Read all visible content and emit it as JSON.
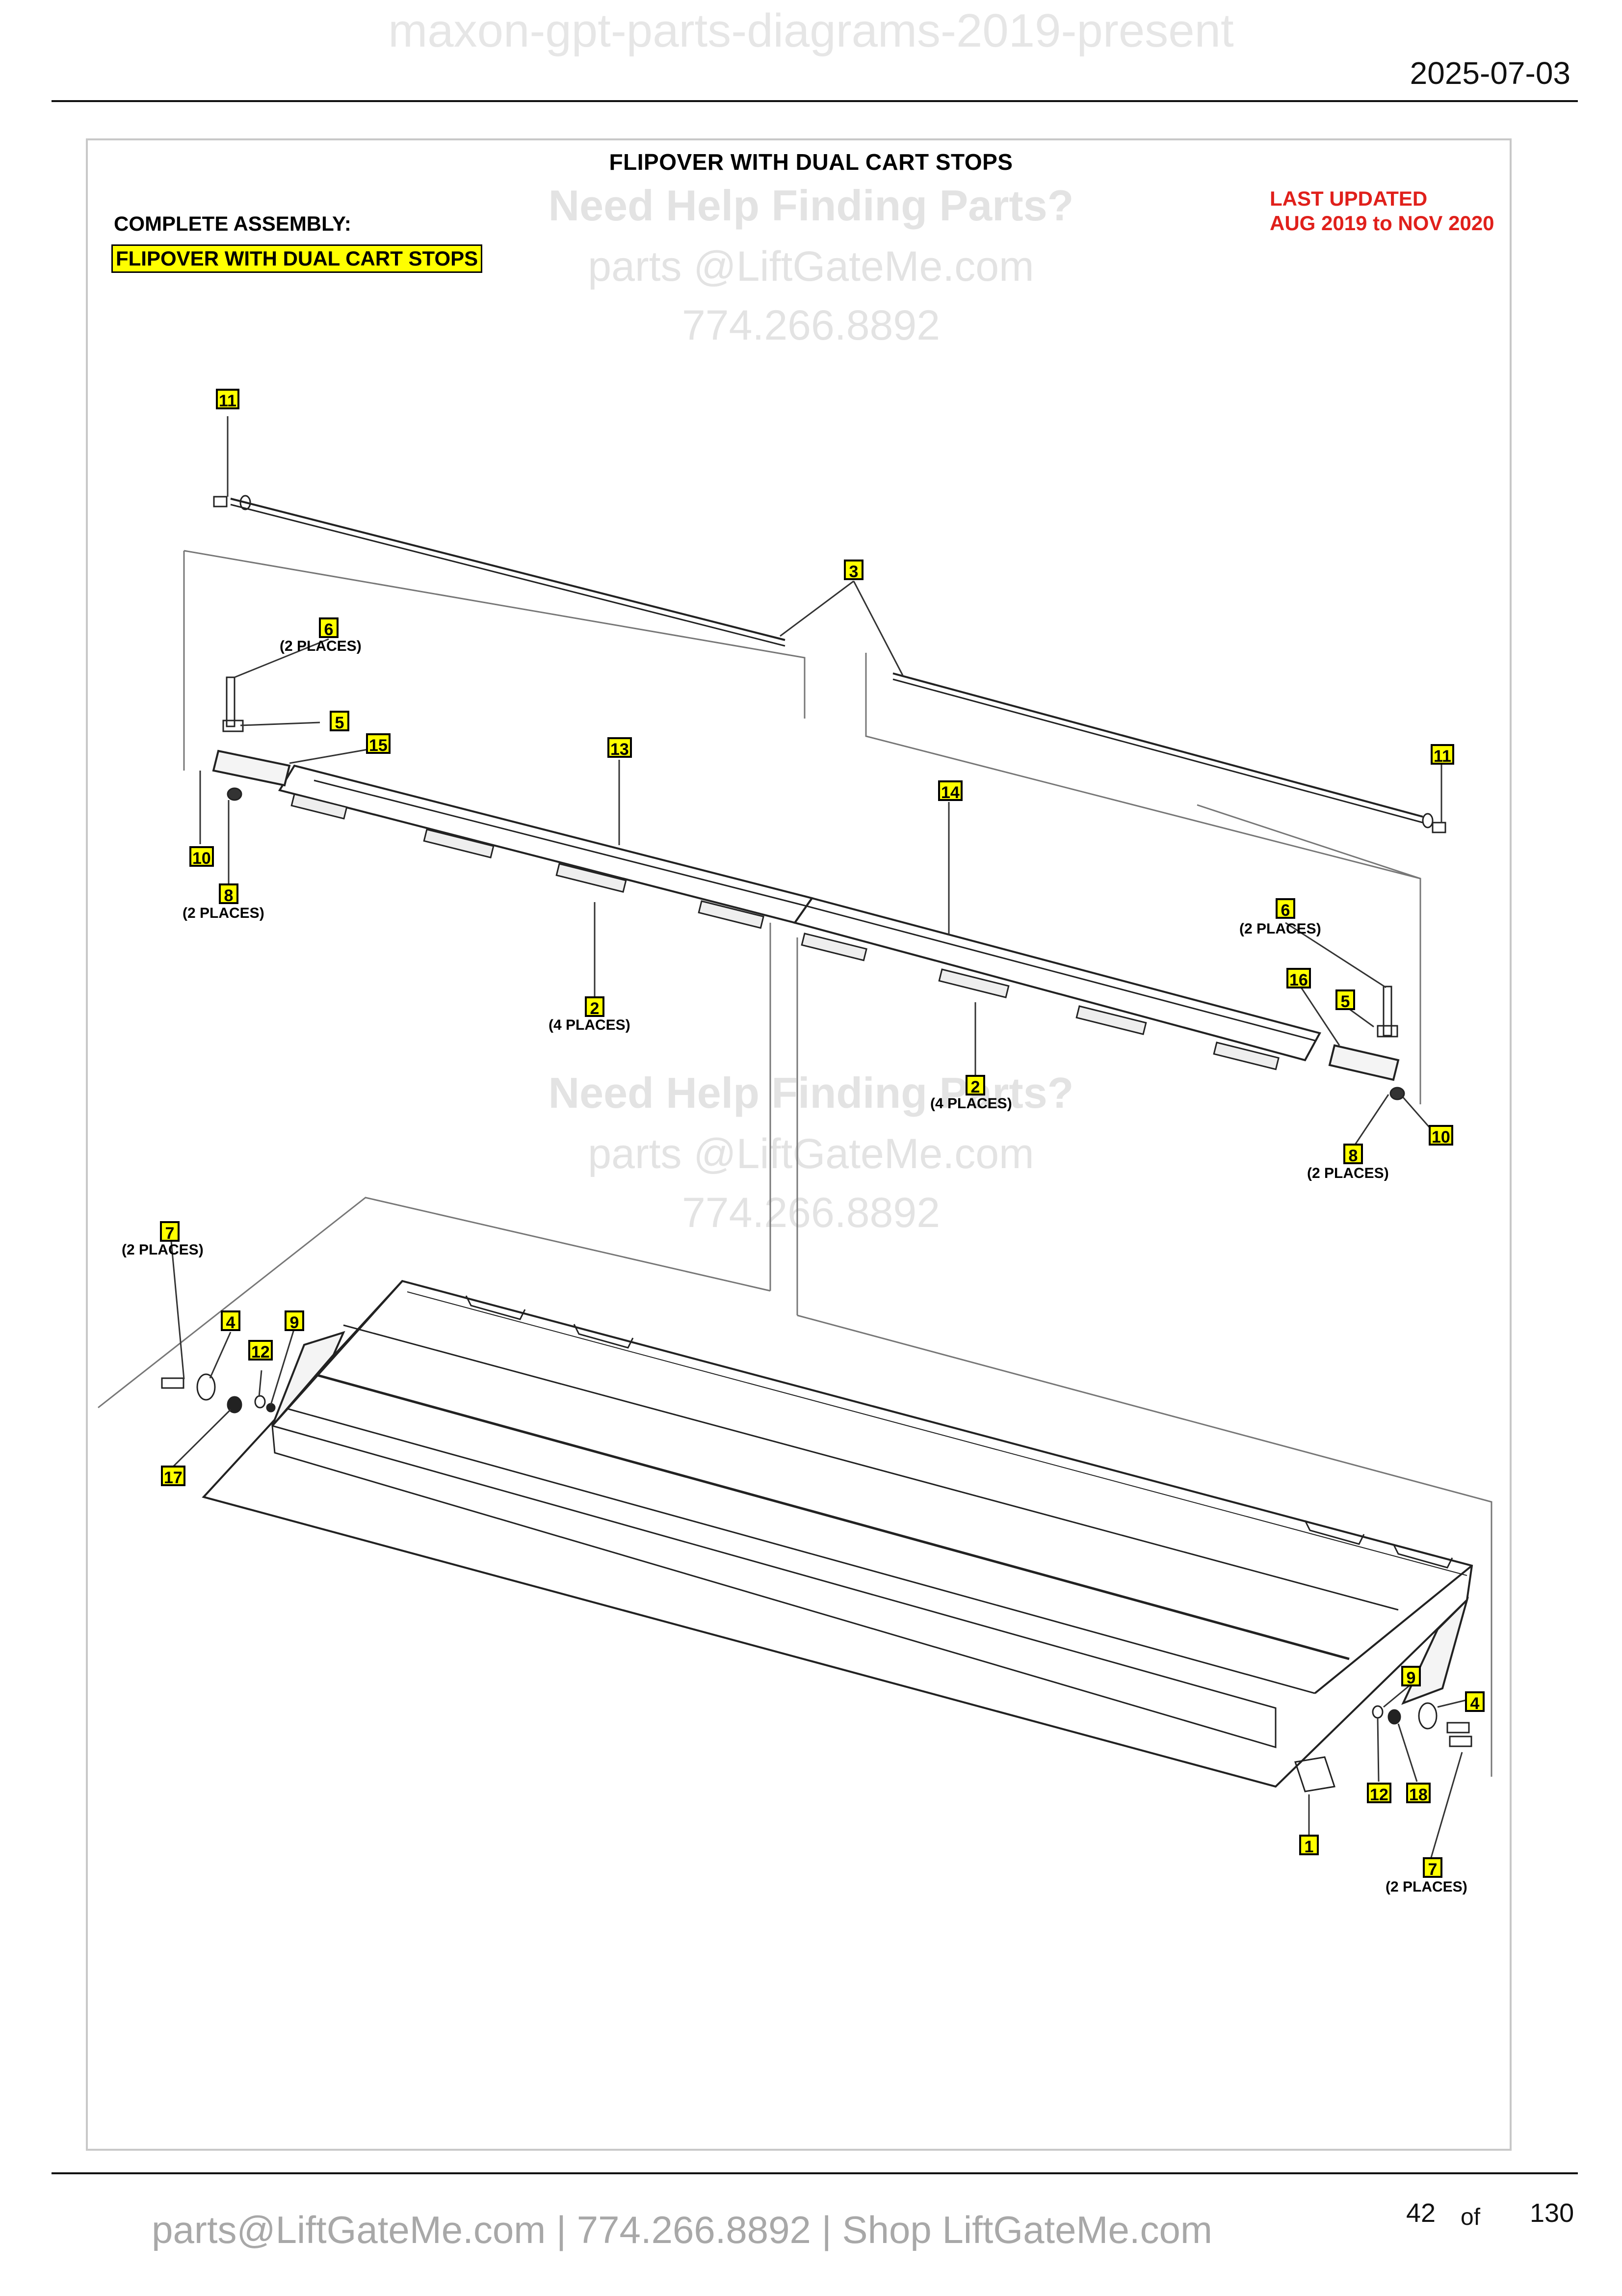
{
  "header": {
    "watermark": "maxon-gpt-parts-diagrams-2019-present",
    "date": "2025-07-03"
  },
  "diagram": {
    "title": "FLIPOVER WITH DUAL CART STOPS",
    "complete_assembly_label": "COMPLETE ASSEMBLY:",
    "assembly_name": "FLIPOVER WITH DUAL CART STOPS",
    "last_updated_label": "LAST UPDATED",
    "last_updated_range": "AUG 2019 to NOV 2020",
    "help_question": "Need Help Finding Parts?",
    "help_email": "parts @LiftGateMe.com",
    "help_phone": "774.266.8892",
    "callouts": [
      {
        "num": "11",
        "note": ""
      },
      {
        "num": "3",
        "note": ""
      },
      {
        "num": "6",
        "note": "(2 PLACES)"
      },
      {
        "num": "5",
        "note": ""
      },
      {
        "num": "15",
        "note": ""
      },
      {
        "num": "13",
        "note": ""
      },
      {
        "num": "14",
        "note": ""
      },
      {
        "num": "11",
        "note": ""
      },
      {
        "num": "10",
        "note": ""
      },
      {
        "num": "8",
        "note": "(2 PLACES)"
      },
      {
        "num": "6",
        "note": "(2 PLACES)"
      },
      {
        "num": "16",
        "note": ""
      },
      {
        "num": "5",
        "note": ""
      },
      {
        "num": "2",
        "note": "(4 PLACES)"
      },
      {
        "num": "2",
        "note": "(4 PLACES)"
      },
      {
        "num": "8",
        "note": "(2 PLACES)"
      },
      {
        "num": "10",
        "note": ""
      },
      {
        "num": "7",
        "note": "(2 PLACES)"
      },
      {
        "num": "4",
        "note": ""
      },
      {
        "num": "9",
        "note": ""
      },
      {
        "num": "12",
        "note": ""
      },
      {
        "num": "17",
        "note": ""
      },
      {
        "num": "9",
        "note": ""
      },
      {
        "num": "4",
        "note": ""
      },
      {
        "num": "12",
        "note": ""
      },
      {
        "num": "18",
        "note": ""
      },
      {
        "num": "1",
        "note": ""
      },
      {
        "num": "7",
        "note": "(2 PLACES)"
      }
    ]
  },
  "footer": {
    "contact": "parts@LiftGateMe.com | 774.266.8892 | Shop LiftGateMe.com",
    "page_number": "42",
    "page_of": "of",
    "page_total": "130"
  }
}
